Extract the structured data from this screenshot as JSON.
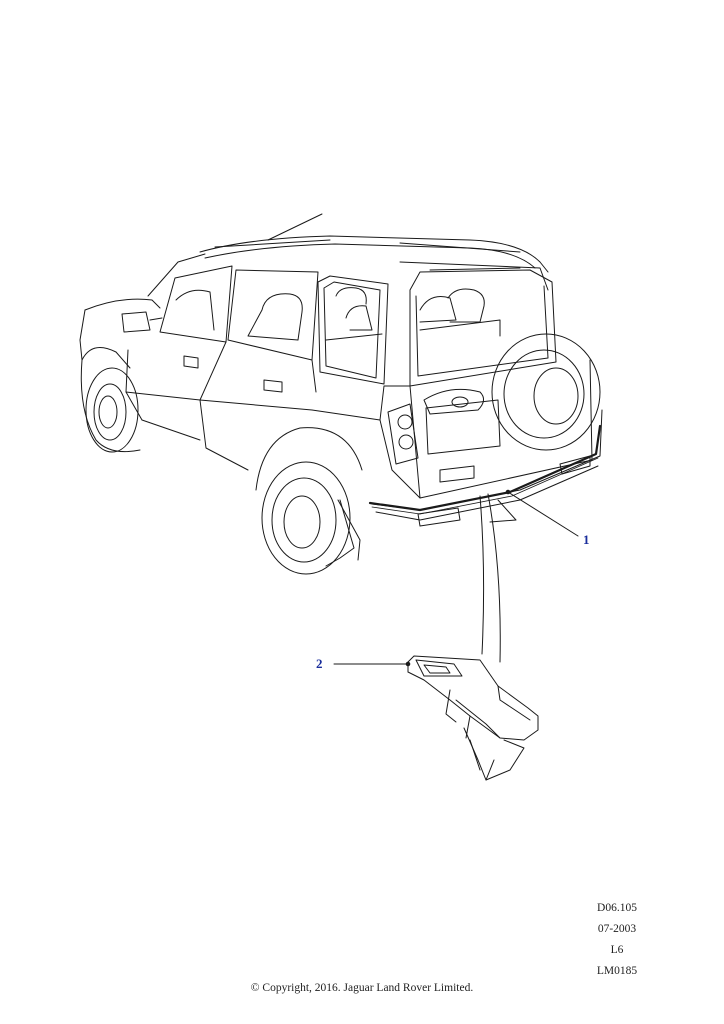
{
  "callouts": {
    "part_1": "1",
    "part_2": "2"
  },
  "reference": {
    "diagram_code": "D06.105",
    "date": "07-2003",
    "line_code": "L6",
    "illustration_code": "LM0185"
  },
  "copyright": "© Copyright, 2016. Jaguar Land Rover Limited.",
  "colors": {
    "line": "#1a1a1a",
    "callout": "#1a2e9c"
  }
}
